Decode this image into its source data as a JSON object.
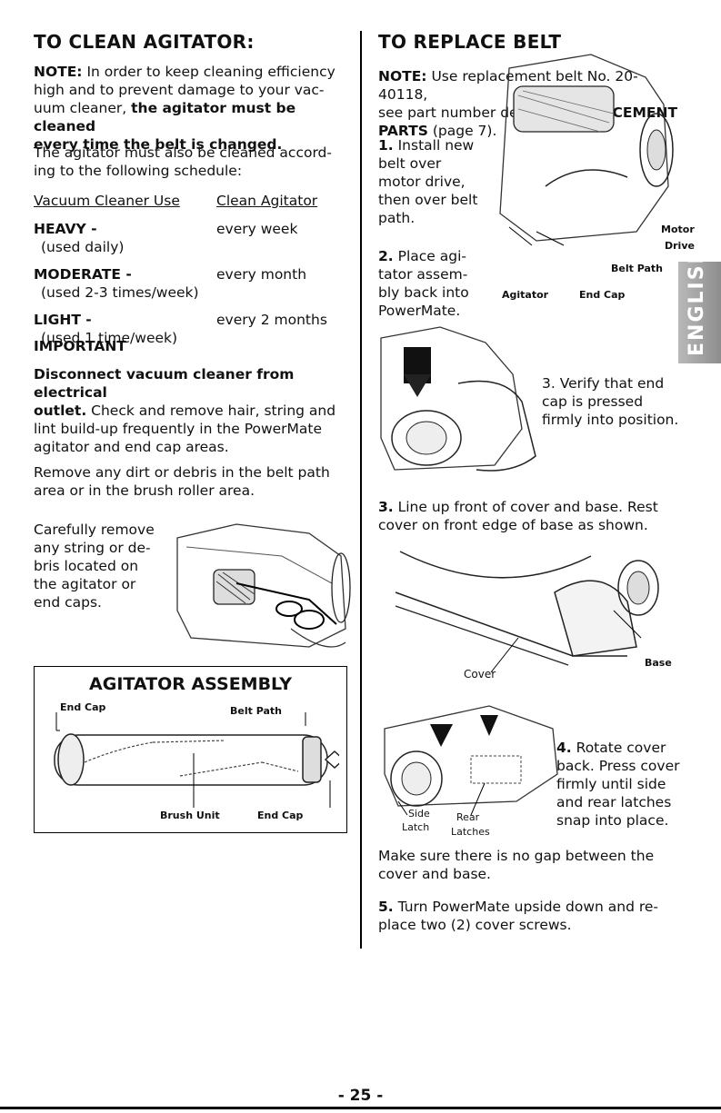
{
  "left": {
    "title": "TO CLEAN AGITATOR:",
    "note_label": "NOTE:",
    "note_line1": " In order to keep cleaning efficiency",
    "note_line2": "high and to prevent damage to your vac-",
    "note_line3_plain": "uum cleaner, ",
    "note_line3_bold": "the agitator must be cleaned",
    "note_line4": "every time the belt is changed.",
    "schedule_line1": "The agitator must also be cleaned accord-",
    "schedule_line2": "ing to the following schedule:",
    "col_use": "Vacuum Cleaner Use",
    "col_clean": "Clean Agitator",
    "rows": [
      {
        "level": "HEAVY -",
        "detail": "(used daily)",
        "freq": "every week"
      },
      {
        "level": "MODERATE -",
        "detail": "(used 2-3 times/week)",
        "freq": "every month"
      },
      {
        "level": "LIGHT -",
        "detail": "(used 1 time/week)",
        "freq": "every 2 months"
      }
    ],
    "important": "IMPORTANT",
    "imp_line1": "Disconnect vacuum cleaner from electrical",
    "imp_line2_bold": "outlet.",
    "imp_line2_plain": " Check and remove hair, string and",
    "imp_line3": "lint build-up frequently in the PowerMate",
    "imp_line4": "agitator and end cap areas.",
    "remove_line1": "Remove any dirt or debris in the belt path",
    "remove_line2": "area or in the brush roller area.",
    "careful_lines": [
      "Carefully remove",
      "any string or de-",
      "bris located on",
      "the agitator or",
      "end caps."
    ],
    "assembly": {
      "title": "AGITATOR ASSEMBLY",
      "end_cap_left": "End Cap",
      "belt_path": "Belt Path",
      "brush_unit": "Brush Unit",
      "end_cap_right": "End Cap"
    }
  },
  "right": {
    "title": "TO REPLACE BELT",
    "note_label": "NOTE:",
    "note_line1": " Use replacement belt No. 20-40118,",
    "note_line2_plain": "see part number detail in ",
    "note_line2_bold": "REPLACEMENT",
    "note_line3_bold": "PARTS",
    "note_line3_plain": " (page 7).",
    "step1_num": "1.",
    "step1_lines": [
      " Install new",
      "belt over",
      "motor drive,",
      "then over belt",
      "path."
    ],
    "step2_num": "2.",
    "step2_lines": [
      " Place agi-",
      "tator assem-",
      "bly back into",
      "PowerMate."
    ],
    "fig1_labels": {
      "motor": "Motor",
      "drive": "Drive",
      "belt_path": "Belt Path",
      "agitator": "Agitator",
      "end_cap": "End Cap"
    },
    "step3a_lines": [
      "3. Verify that end",
      "cap is pressed",
      "firmly into position."
    ],
    "step3b_num": "3.",
    "step3b_line1": " Line up front of cover and base.  Rest",
    "step3b_line2": "cover on front edge of base as shown.",
    "fig3_labels": {
      "cover": "Cover",
      "base": "Base"
    },
    "step4_num": "4.",
    "step4_lines": [
      " Rotate cover",
      "back. Press cover",
      "firmly until side",
      "and rear latches",
      "snap into place."
    ],
    "fig4_labels": {
      "side": "Side",
      "latch": "Latch",
      "rear": "Rear",
      "latches": "Latches"
    },
    "gap_line1": "Make sure there is no gap between the",
    "gap_line2": "cover and base.",
    "step5_num": "5.",
    "step5_line1": " Turn PowerMate upside down and re-",
    "step5_line2": "place two (2) cover screws."
  },
  "side_tab": "ENGLISH",
  "page_number": "- 25 -"
}
